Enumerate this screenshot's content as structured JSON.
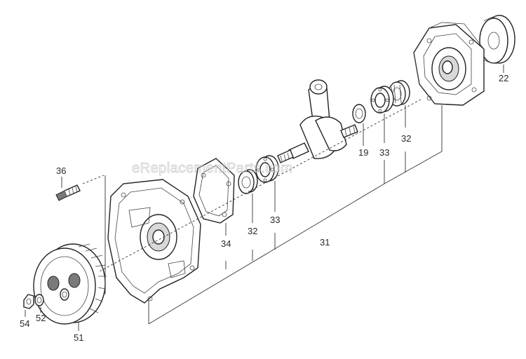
{
  "watermark": "eReplacementParts.com",
  "parts": [
    {
      "id": "p22",
      "number": "22"
    },
    {
      "id": "p19",
      "number": "19"
    },
    {
      "id": "p33a",
      "number": "33"
    },
    {
      "id": "p32a",
      "number": "32"
    },
    {
      "id": "p36",
      "number": "36"
    },
    {
      "id": "p32b",
      "number": "32"
    },
    {
      "id": "p33b",
      "number": "33"
    },
    {
      "id": "p34",
      "number": "34"
    },
    {
      "id": "p31",
      "number": "31"
    },
    {
      "id": "p54",
      "number": "54"
    },
    {
      "id": "p52",
      "number": "52"
    },
    {
      "id": "p51",
      "number": "51"
    }
  ]
}
